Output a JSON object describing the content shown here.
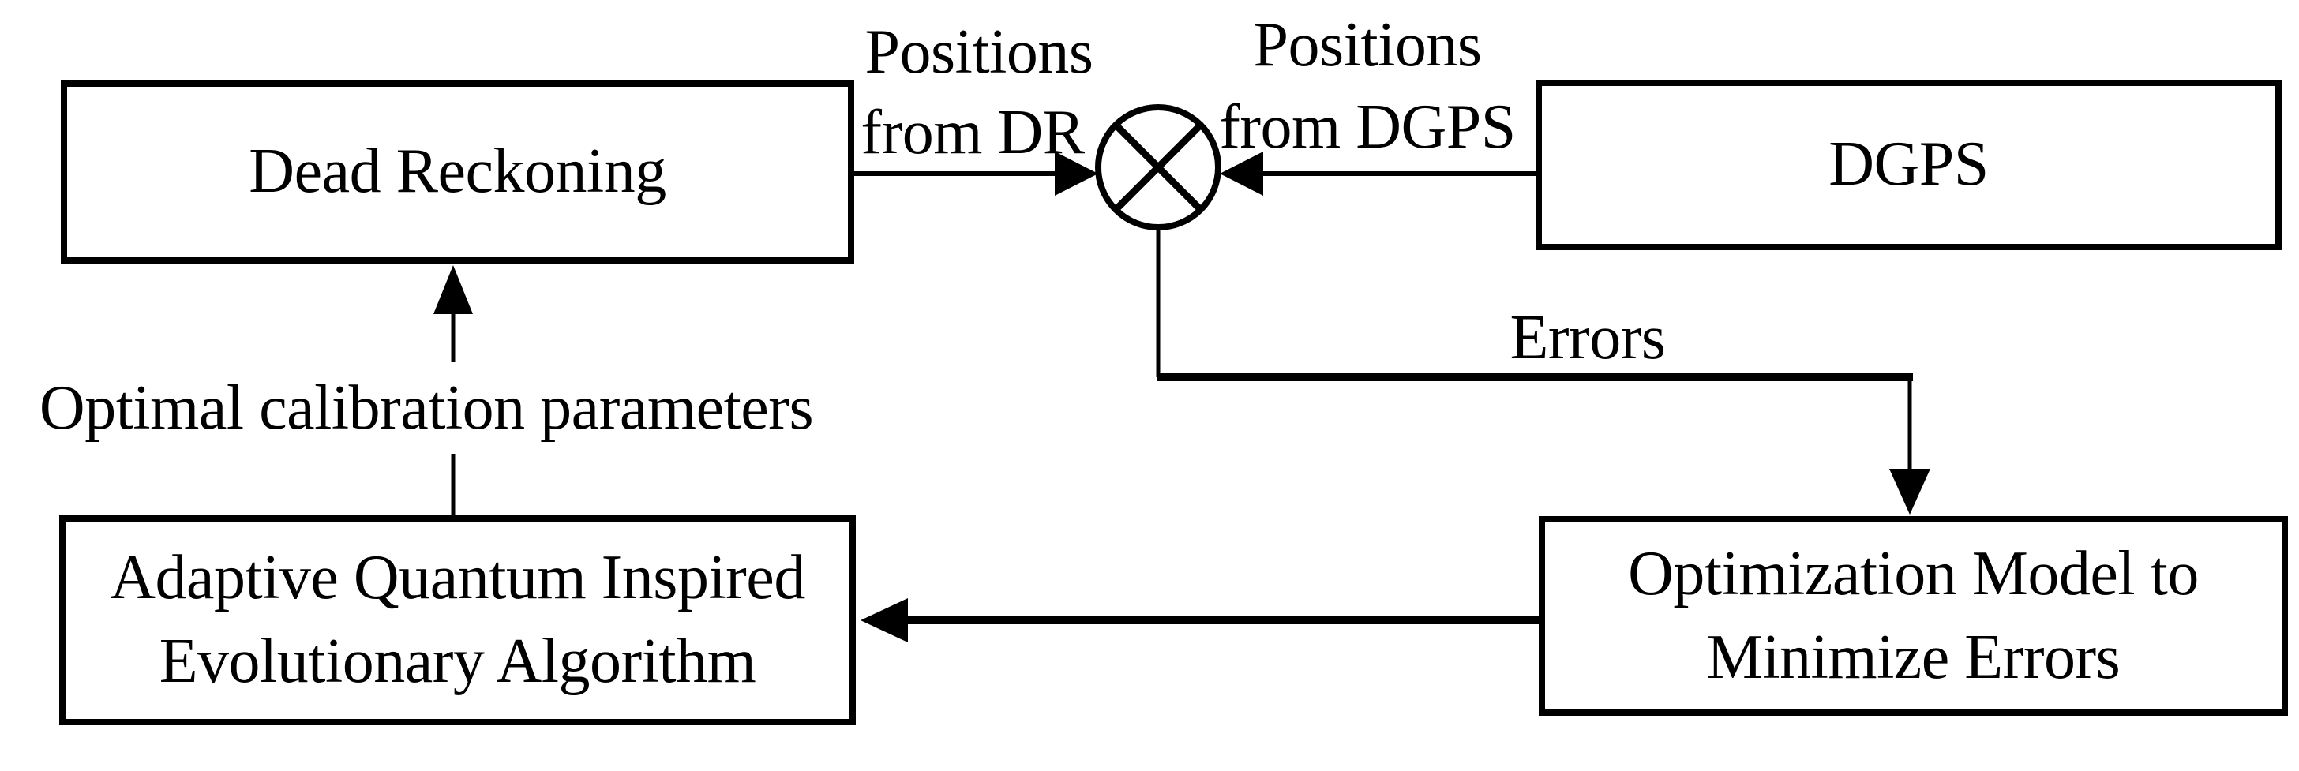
{
  "figure": {
    "type": "block-diagram",
    "background_color": "#ffffff",
    "line_color": "#000000",
    "boxes": {
      "dead_reckoning": {
        "label": "Dead Reckoning"
      },
      "dgps": {
        "label": "DGPS"
      },
      "aqiea": {
        "line1": "Adaptive Quantum Inspired",
        "line2": "Evolutionary Algorithm"
      },
      "optimization": {
        "line1": "Optimization Model to",
        "line2": "Minimize Errors"
      }
    },
    "edge_labels": {
      "positions_from_dr": {
        "line1": "Positions",
        "line2": "from DR"
      },
      "positions_from_dgps": {
        "line1": "Positions",
        "line2": "from DGPS"
      },
      "errors": "Errors",
      "optimal_calibration": "Optimal calibration parameters"
    },
    "comparator": {
      "symbol": "circle-with-diagonal-cross"
    },
    "flows": [
      "Dead Reckoning -> comparator (Positions from DR)",
      "DGPS -> comparator (Positions from DGPS)",
      "comparator -> Optimization Model to Minimize Errors (Errors)",
      "Optimization Model to Minimize Errors -> Adaptive Quantum Inspired Evolutionary Algorithm",
      "Adaptive Quantum Inspired Evolutionary Algorithm -> Dead Reckoning (Optimal calibration parameters)"
    ]
  }
}
